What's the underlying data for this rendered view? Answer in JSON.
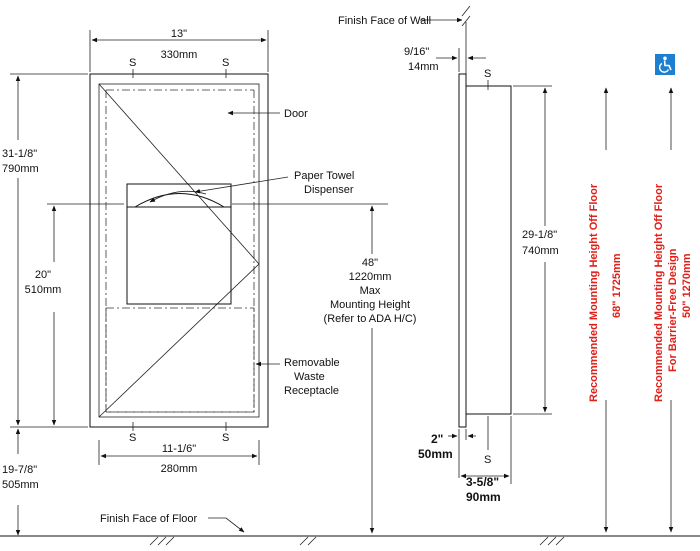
{
  "front": {
    "width_in": "13\"",
    "width_mm": "330mm",
    "height_in": "31-1/8\"",
    "height_mm": "790mm",
    "door_label": "Door",
    "dispenser_line1": "Paper Towel",
    "dispenser_line2": "Dispenser",
    "opening_in": "20\"",
    "opening_mm": "510mm",
    "max_in": "48\"",
    "max_mm": "1220mm",
    "max_l1": "Max",
    "max_l2": "Mounting Height",
    "max_l3": "(Refer to ADA H/C)",
    "waste_l1": "Removable",
    "waste_l2": "Waste",
    "waste_l3": "Receptacle",
    "rough_in": "11-1/6\"",
    "rough_mm": "280mm",
    "floor_in": "19-7/8\"",
    "floor_mm": "505mm",
    "s": "S"
  },
  "side": {
    "wall_label": "Finish Face of Wall",
    "flange_in": "9/16\"",
    "flange_mm": "14mm",
    "body_in": "29-1/8\"",
    "body_mm": "740mm",
    "proj_in": "2\"",
    "proj_mm": "50mm",
    "depth_in": "3-5/8\"",
    "depth_mm": "90mm",
    "s": "S"
  },
  "floor_label": "Finish Face of Floor",
  "rec_label": "Recommended Mounting Height Off Floor",
  "rec_values": "68\"  1725mm",
  "bf_label1": "Recommended Mounting Height Off Floor",
  "bf_label2": "For Barrier-Free Design",
  "bf_values": "50\"  1270mm",
  "accessibility_icon": "wheelchair-icon",
  "colors": {
    "accent_red": "#e0201b",
    "icon_blue": "#1d7fd0"
  }
}
